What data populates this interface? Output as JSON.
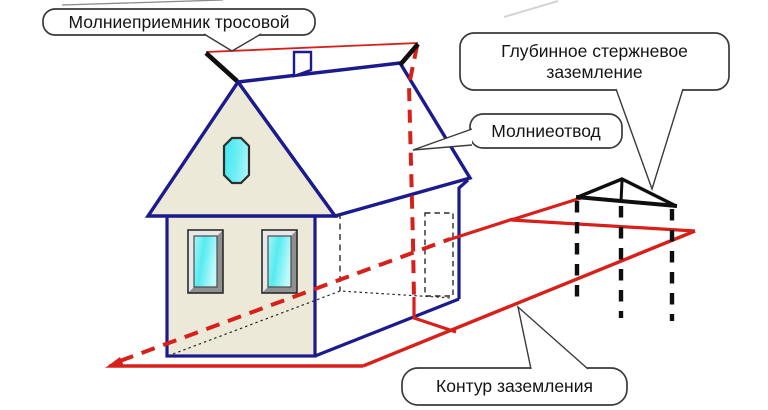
{
  "diagram": {
    "callouts": {
      "cable_air_terminal": "Молниеприемник тросовой",
      "deep_rod_grounding": "Глубинное стержневое заземление",
      "down_conductor": "Молниеотвод",
      "ground_loop": "Контур заземления"
    },
    "colors": {
      "background": "#ffffff",
      "house_outline_navy": "#1b1b8e",
      "conductor_red": "#d8201b",
      "wall_beige": "#ece9d8",
      "glass_cyan": "#55ebf1",
      "grounding_black": "#0f0f0f",
      "callout_border": "#3a3a3a",
      "hidden_line_gray": "#2b2b2b"
    }
  }
}
